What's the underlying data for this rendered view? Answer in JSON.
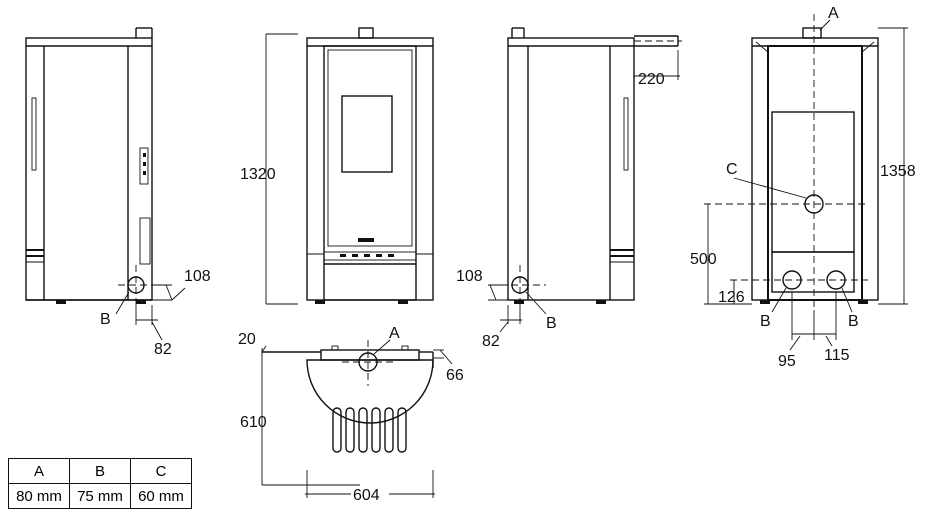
{
  "dimensions": {
    "height_1320": "1320",
    "height_1358": "1358",
    "width_604": "604",
    "depth_610": "610",
    "offset_20": "20",
    "offset_66": "66",
    "offset_220": "220",
    "offset_500": "500",
    "offset_126": "126",
    "offset_95": "95",
    "offset_115": "115",
    "offset_108_left": "108",
    "offset_82_left": "82",
    "offset_108_right": "108",
    "offset_82_right": "82"
  },
  "labels": {
    "A": "A",
    "B": "B",
    "C": "C"
  },
  "spec_table": {
    "headers": [
      "A",
      "B",
      "C"
    ],
    "values": [
      "80 mm",
      "75 mm",
      "60 mm"
    ]
  }
}
